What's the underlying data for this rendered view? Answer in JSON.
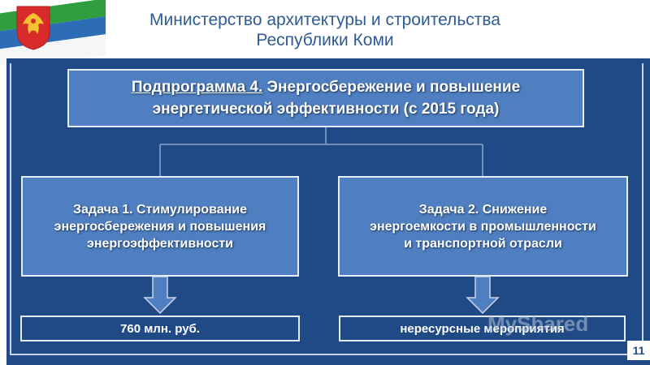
{
  "header": {
    "title_line1": "Министерство архитектуры и строительства",
    "title_line2": "Республики Коми"
  },
  "diagram": {
    "top": {
      "label_prefix": "Подпрограмма 4.",
      "label_rest_line1": " Энергосбережение и повышение",
      "label_line2": "энергетической эффективности (с 2015 года)"
    },
    "task1": {
      "line1": "Задача 1.  Стимулирование",
      "line2": "энергосбережения и повышения",
      "line3": "энергоэффективности"
    },
    "task2": {
      "line1": "Задача 2.  Снижение",
      "line2": "энергоемкости в промышленности",
      "line3": "и транспортной отрасли"
    },
    "result1": "760 млн. руб.",
    "result2": "нересурсные мероприятия"
  },
  "watermark": "MyShared",
  "page_number": "11",
  "colors": {
    "panel": "#1f4a86",
    "box": "#4f7fc0",
    "arrow": "#4f7fc0",
    "header_text": "#2f5b94"
  }
}
